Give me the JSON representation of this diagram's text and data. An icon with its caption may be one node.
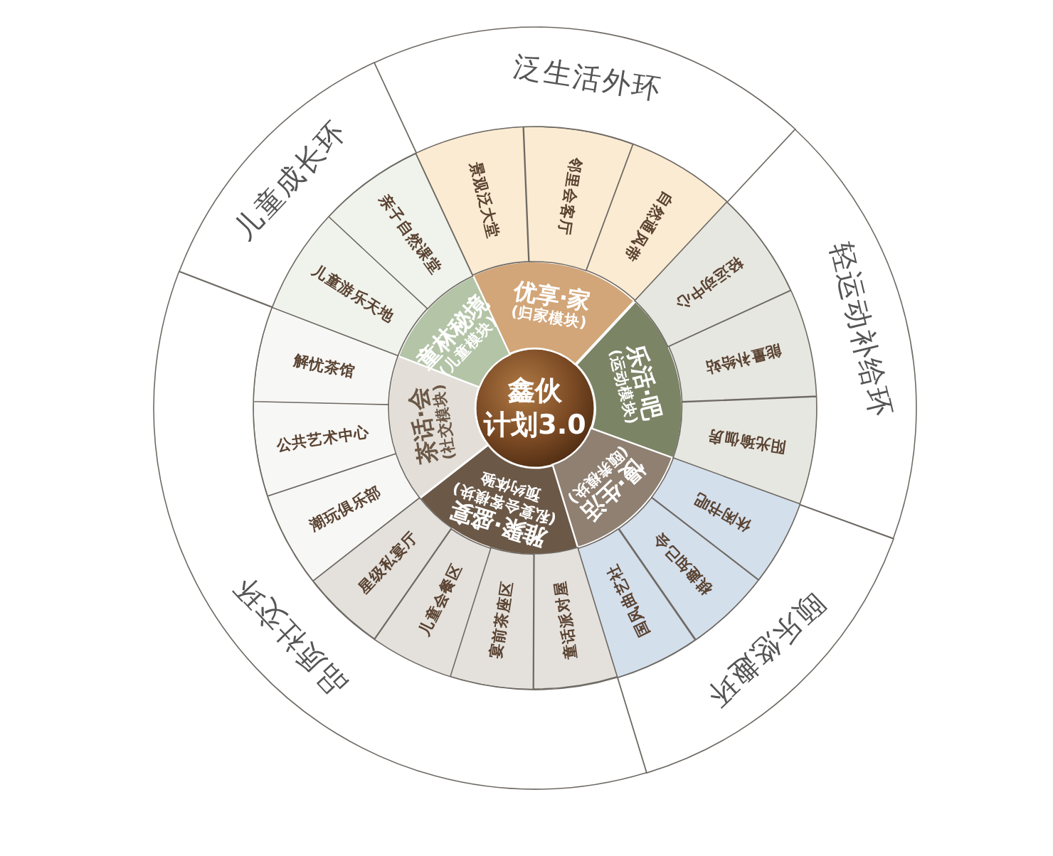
{
  "diagram": {
    "nodes": [
      {
        "text": [
          "鑫伙",
          "计划3.0"
        ]
      },
      {
        "text": [
          "优享·家",
          "(归家模块)"
        ]
      },
      {
        "text": [
          "乐活·吧",
          "(运动模块)"
        ]
      },
      {
        "text": [
          "慢·生活",
          "(颐养模块)"
        ]
      },
      {
        "text": [
          "雅聚·盛宴",
          "(私宴会客模块)",
          "预约体验"
        ]
      },
      {
        "text": [
          "茶话·会",
          "(社交模块)"
        ]
      },
      {
        "text": [
          "童林秘境",
          "(儿童模块)"
        ]
      },
      {
        "text": [
          "景观泛大堂"
        ]
      },
      {
        "text": [
          "邻里会客厅"
        ]
      },
      {
        "text": [
          "自然通风带"
        ]
      },
      {
        "text": [
          "轻运动中心"
        ]
      },
      {
        "text": [
          "能量补给站"
        ]
      },
      {
        "text": [
          "阳光瑜伽房"
        ]
      },
      {
        "text": [
          "休闲书吧"
        ]
      },
      {
        "text": [
          "棋趣知己会"
        ]
      },
      {
        "text": [
          "国风曲艺社"
        ]
      },
      {
        "text": [
          "童话派对屋"
        ]
      },
      {
        "text": [
          "宴前茶座区"
        ]
      },
      {
        "text": [
          "儿童会餐区"
        ]
      },
      {
        "text": [
          "星级私宴厅"
        ]
      },
      {
        "text": [
          "潮玩俱乐部"
        ]
      },
      {
        "text": [
          "公共艺术中心"
        ]
      },
      {
        "text": [
          "解忧茶馆"
        ]
      },
      {
        "text": [
          "儿童游乐天地"
        ]
      },
      {
        "text": [
          "亲子自然课堂"
        ]
      },
      {
        "text": [
          "泛生活外环"
        ]
      },
      {
        "text": [
          "轻运动补给环"
        ]
      },
      {
        "text": [
          "颐乐悠趣环"
        ]
      },
      {
        "text": [
          "品质社交环"
        ]
      },
      {
        "text": [
          "儿童成长环"
        ]
      }
    ]
  }
}
